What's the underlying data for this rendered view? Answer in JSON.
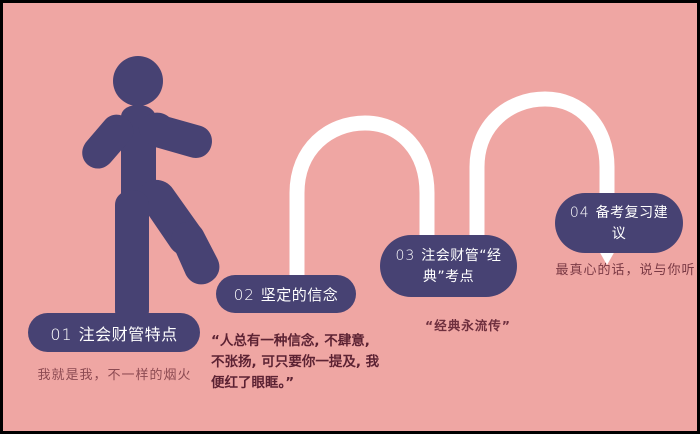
{
  "slide": {
    "background_color": "#EFA6A3",
    "accent_color": "#474273",
    "arrow_color": "#FFFFFF",
    "caption_color": "#7F3B4A",
    "border_color": "#000000"
  },
  "figure": {
    "icon": "walking-person-icon",
    "color": "#474273"
  },
  "arrows": [
    {
      "icon": "curved-arrow-icon",
      "direction": "arch-down-right",
      "color": "#FFFFFF"
    },
    {
      "icon": "curved-arrow-icon",
      "direction": "arch-down-right",
      "color": "#FFFFFF"
    }
  ],
  "steps": [
    {
      "number": "01",
      "title": "注会财管特点",
      "caption": "我就是我，不一样的烟火"
    },
    {
      "number": "02",
      "title": "坚定的信念",
      "caption": "“人总有一种信念, 不肆意,\n不张扬, 可只要你一提及, 我\n便红了眼眶。”"
    },
    {
      "number": "03",
      "title": "注会财管“经典”考点",
      "caption": "“经典永流传”"
    },
    {
      "number": "04",
      "title": "备考复习建议",
      "caption": "最真心的话，说与你听"
    }
  ]
}
